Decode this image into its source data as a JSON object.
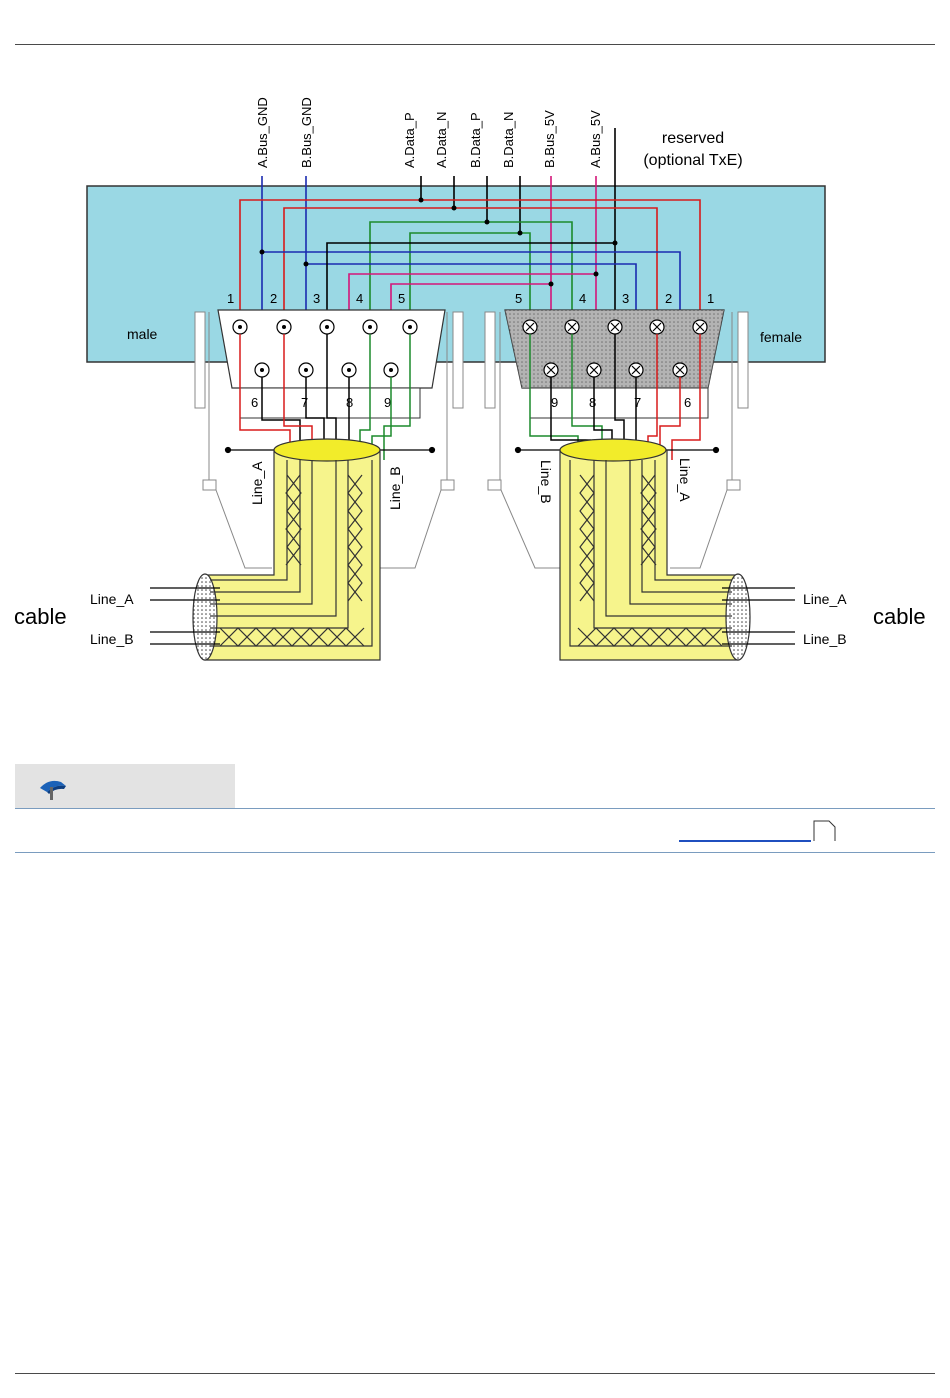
{
  "signals": {
    "a_bus_gnd": "A.Bus_GND",
    "b_bus_gnd": "B.Bus_GND",
    "a_data_p": "A.Data_P",
    "a_data_n": "A.Data_N",
    "b_data_p": "B.Data_P",
    "b_data_n": "B.Data_N",
    "b_bus_5v": "B.Bus_5V",
    "a_bus_5v": "A.Bus_5V",
    "reserved_line1": "reserved",
    "reserved_line2": "(optional TxE)"
  },
  "male": {
    "label": "male",
    "top_pins": [
      "1",
      "2",
      "3",
      "4",
      "5"
    ],
    "bottom_pins": [
      "6",
      "7",
      "8",
      "9"
    ],
    "line_a": "Line_A",
    "line_b": "Line_B"
  },
  "female": {
    "label": "female",
    "top_pins": [
      "5",
      "4",
      "3",
      "2",
      "1"
    ],
    "bottom_pins": [
      "9",
      "8",
      "7",
      "6"
    ],
    "line_a": "Line_A",
    "line_b": "Line_B"
  },
  "cable_left": {
    "label": "cable",
    "line_a": "Line_A",
    "line_b": "Line_B"
  },
  "cable_right": {
    "label": "cable",
    "line_a": "Line_A",
    "line_b": "Line_B"
  },
  "colors": {
    "board": "#9ad8e4",
    "wire_red": "#d81b1b",
    "wire_green": "#1c8a2c",
    "wire_blue": "#1a2bb0",
    "wire_magenta": "#d4167a",
    "cable_yellow": "#f6f48c",
    "connector_female": "#8a8a8a"
  },
  "info_icon": "pin-icon"
}
